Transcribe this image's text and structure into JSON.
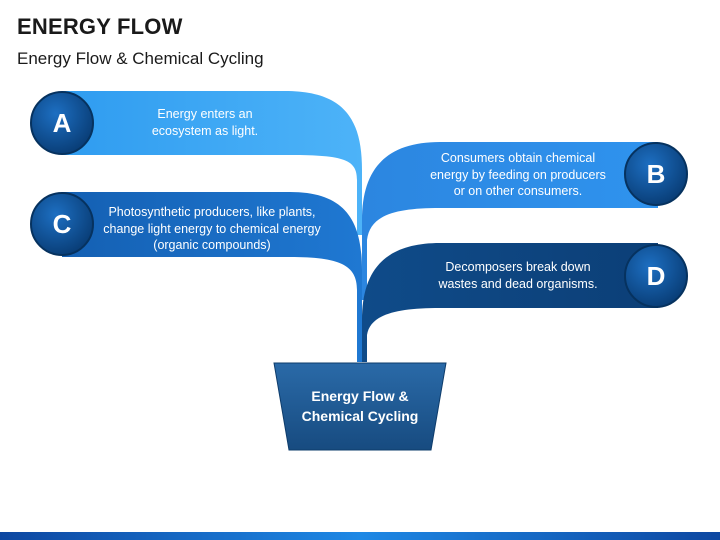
{
  "header": {
    "title": "ENERGY FLOW",
    "subtitle": "Energy Flow & Chemical Cycling"
  },
  "pot": {
    "label_line1": "Energy Flow &",
    "label_line2": "Chemical Cycling"
  },
  "branches": [
    {
      "letter": "A",
      "lines": [
        "Energy enters an",
        "ecosystem as light."
      ],
      "color": "#3fa9f5"
    },
    {
      "letter": "B",
      "lines": [
        "Consumers obtain chemical",
        "energy by feeding on producers",
        "or on other consumers."
      ],
      "color": "#2b8be8"
    },
    {
      "letter": "C",
      "lines": [
        "Photosynthetic producers, like plants,",
        "change light energy to chemical energy",
        "(organic compounds)"
      ],
      "color": "#1a6fc9"
    },
    {
      "letter": "D",
      "lines": [
        "Decomposers break down",
        "wastes and dead organisms."
      ],
      "color": "#0e4d8f"
    }
  ],
  "colors": {
    "pot_fill": "#1f5a94",
    "badge_fill": "#0b4a8c",
    "bottom_bar": "#1565c0"
  }
}
